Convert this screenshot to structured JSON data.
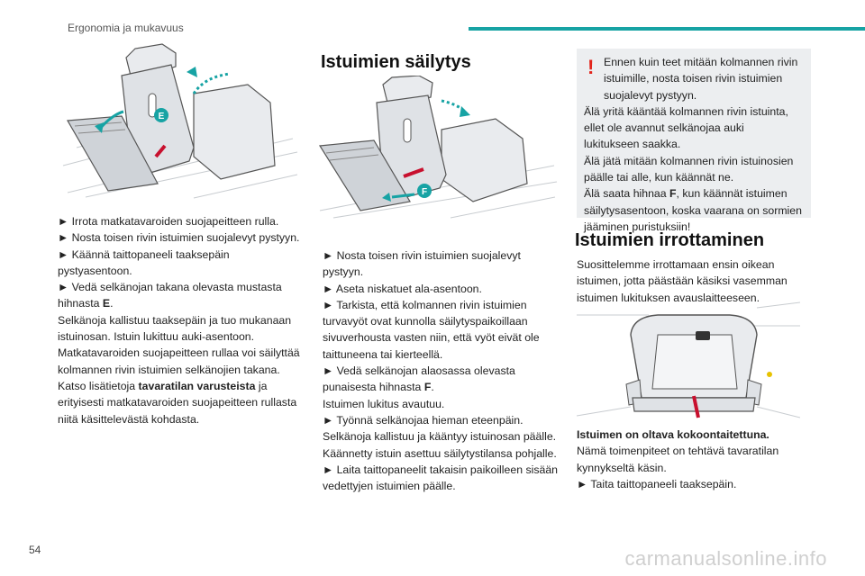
{
  "header": {
    "section_title": "Ergonomia ja mukavuus",
    "accent_color": "#17a3a4"
  },
  "page": {
    "number": "54"
  },
  "watermark": "carmanualsonline.info",
  "figures": {
    "callout_e": "E",
    "callout_f": "F"
  },
  "col1": {
    "l1": "► Irrota matkatavaroiden suojapeitteen rulla.",
    "l2": "► Nosta toisen rivin istuimien suojalevyt pystyyn.",
    "l3": "► Käännä taittopaneeli taaksepäin pystyasentoon.",
    "l4_a": "► Vedä selkänojan takana olevasta mustasta hihnasta ",
    "l4_b": "E",
    "l4_c": ".",
    "l5": "Selkänoja kallistuu taaksepäin ja tuo mukanaan istuinosan. Istuin lukittuu auki-asentoon.",
    "l6": "Matkatavaroiden suojapeitteen rullaa voi säilyttää kolmannen rivin istuimien selkänojien takana.",
    "l7_a": "Katso lisätietoja ",
    "l7_b": "tavaratilan varusteista",
    "l7_c": " ja erityisesti matkatavaroiden suojapeitteen rullasta niitä käsittelevästä kohdasta."
  },
  "col2": {
    "heading": "Istuimien säilytys",
    "l1": "► Nosta toisen rivin istuimien suojalevyt pystyyn.",
    "l2": "► Aseta niskatuet ala-asentoon.",
    "l3": "► Tarkista, että kolmannen rivin istuimien turvavyöt ovat kunnolla säilytyspaikoillaan sivuverhousta vasten niin, että vyöt eivät ole taittuneena tai kierteellä.",
    "l4_a": "► Vedä selkänojan alaosassa olevasta punaisesta hihnasta ",
    "l4_b": "F",
    "l4_c": ".",
    "l5": "Istuimen lukitus avautuu.",
    "l6": "► Työnnä selkänojaa hieman eteenpäin.",
    "l7": "Selkänoja kallistuu ja kääntyy istuinosan päälle. Käännetty istuin asettuu säilytystilansa pohjalle.",
    "l8": "► Laita taittopaneelit takaisin paikoilleen sisään vedettyjen istuimien päälle."
  },
  "warning": {
    "mark": "!",
    "t1": "Ennen kuin teet mitään kolmannen rivin istuimille, nosta toisen rivin istuimien suojalevyt pystyyn.",
    "t2": "Älä yritä kääntää kolmannen rivin istuinta, ellet ole avannut selkänojaa auki lukitukseen saakka.",
    "t3": "Älä jätä mitään kolmannen rivin istuinosien päälle tai alle, kun käännät ne.",
    "t4_a": "Älä saata hihnaa ",
    "t4_b": "F",
    "t4_c": ", kun käännät istuimen säilytysasentoon, koska vaarana on sormien jääminen puristuksiin!"
  },
  "col3": {
    "heading": "Istuimien irrottaminen",
    "intro": "Suosittelemme irrottamaan ensin oikean istuimen, jotta päästään käsiksi vasemman istuimen lukituksen avauslaitteeseen.",
    "sub_heading": "Istuimen on oltava kokoontaitettuna.",
    "p1": "Nämä toimenpiteet on tehtävä tavaratilan kynnykseltä käsin.",
    "p2": "► Taita taittopaneeli taaksepäin."
  }
}
